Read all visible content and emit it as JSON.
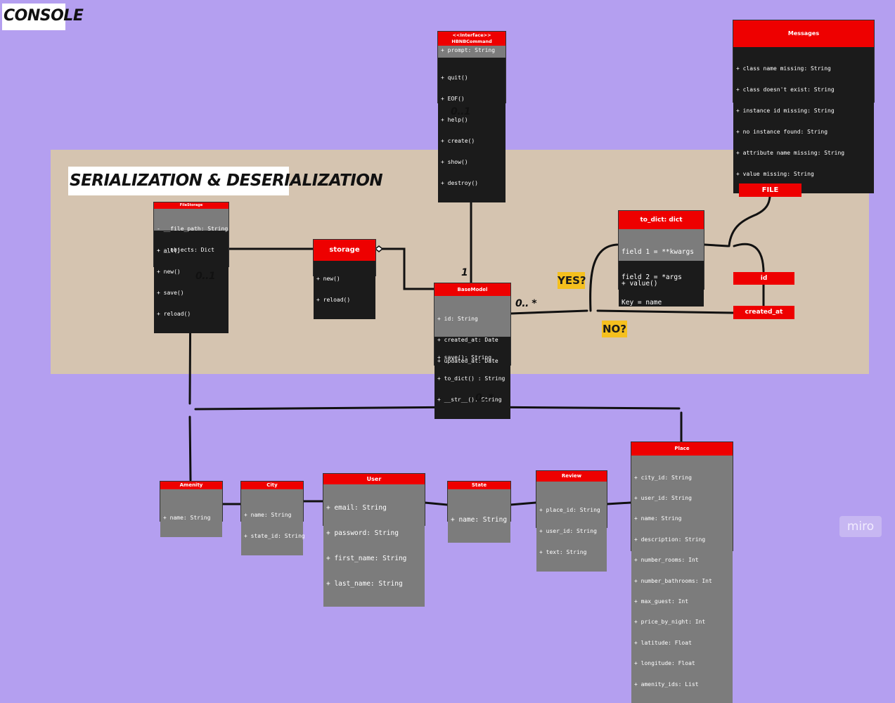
{
  "titles": {
    "console": "CONSOLE",
    "serialization": "SERIALIZATION & DESERIALIZATION"
  },
  "hbnb": {
    "stereotype": "<<Interface>>",
    "name": "HBNBCommand",
    "attributes": [
      "+ prompt: String"
    ],
    "methods": [
      "+ quit()",
      "+ EOF()",
      "+ help()",
      "+ create()",
      "+ show()",
      "+ destroy()"
    ]
  },
  "messages": {
    "title": "Messages",
    "items": [
      "+ class name missing: String",
      "+ class doesn't exist: String",
      "+ instance id missing: String",
      "+ no instance found: String",
      "+ attribute name missing: String",
      "+ value missing: String"
    ]
  },
  "file_storage": {
    "name": "FileStorage",
    "attributes": [
      "- __file_path: String",
      "- __objects: Dict"
    ],
    "methods": [
      "+ all()",
      "+ new()",
      "+ save()",
      "+ reload()"
    ]
  },
  "storage": {
    "name": "storage",
    "methods": [
      "+ new()",
      "+ reload()"
    ]
  },
  "base_model": {
    "name": "BaseModel",
    "attributes": [
      "+ id: String",
      "+ created_at: Date",
      "+ updated_at: Date"
    ],
    "methods": [
      "+ save(): String",
      "+ to_dict() : String",
      "+ __str__(): String"
    ]
  },
  "to_dict": {
    "name": "to_dict: dict",
    "fields": [
      "field 1 = **kwargs",
      "field 2 = *args",
      "Key = name"
    ],
    "methods": [
      "+ value()"
    ]
  },
  "tags": {
    "file": "FILE",
    "id": "id",
    "created_at": "created_at"
  },
  "decisions": {
    "yes": "YES?",
    "no": "NO?"
  },
  "multiplicities": {
    "hbnb": "0..1",
    "base_one": "1",
    "filestorage": "0..1",
    "dict": "0.. *",
    "subclasses": "0..*"
  },
  "subclasses": {
    "amenity": {
      "name": "Amenity",
      "attributes": [
        "+ name: String"
      ]
    },
    "city": {
      "name": "City",
      "attributes": [
        "+ name: String",
        "+ state_id: String"
      ]
    },
    "user": {
      "name": "User",
      "attributes": [
        "+ email: String",
        "+ password: String",
        "+ first_name: String",
        "+ last_name: String"
      ]
    },
    "state": {
      "name": "State",
      "attributes": [
        "+ name: String"
      ]
    },
    "review": {
      "name": "Review",
      "attributes": [
        "+ place_id: String",
        "+ user_id: String",
        "+ text: String"
      ]
    },
    "place": {
      "name": "Place",
      "attributes": [
        "+ city_id: String",
        "+ user_id: String",
        "+ name: String",
        "+ description: String",
        "+ number_rooms: Int",
        "+ number_bathrooms: Int",
        "+ max_guest: Int",
        "+ price_by_night: Int",
        "+ latitude: Float",
        "+ longitude: Float",
        "+ amenity_ids: List"
      ]
    }
  },
  "watermark": "miro"
}
